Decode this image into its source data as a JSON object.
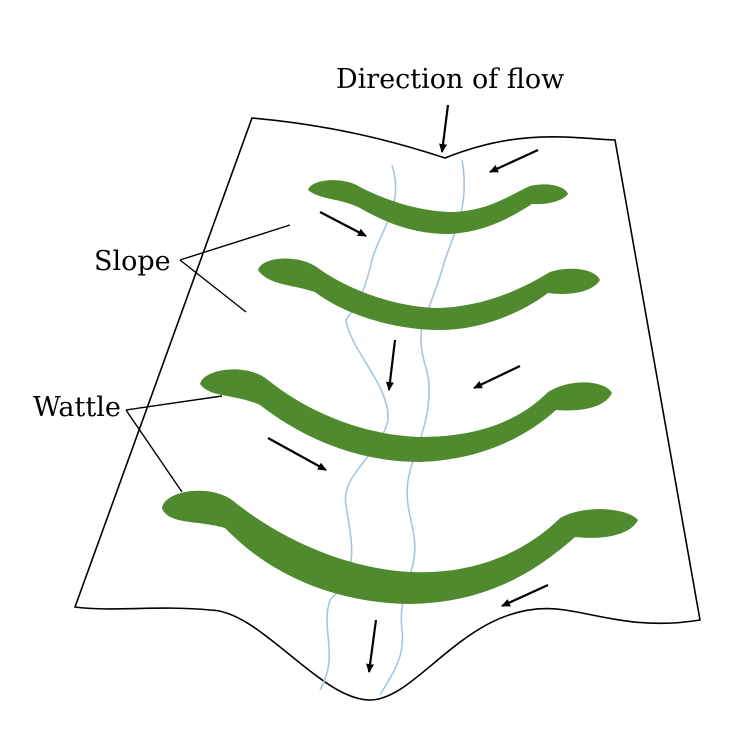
{
  "labels": {
    "direction_of_flow": "Direction of flow",
    "slope": "Slope",
    "wattle": "Wattle"
  },
  "colors": {
    "wattle_fill": "#4f8a2e",
    "water_line": "#a9c4e3",
    "outline": "#000000",
    "background": "#ffffff"
  },
  "diagram": {
    "wattle_count": 4,
    "flow_line_count": 2,
    "arrow_count": 8
  }
}
